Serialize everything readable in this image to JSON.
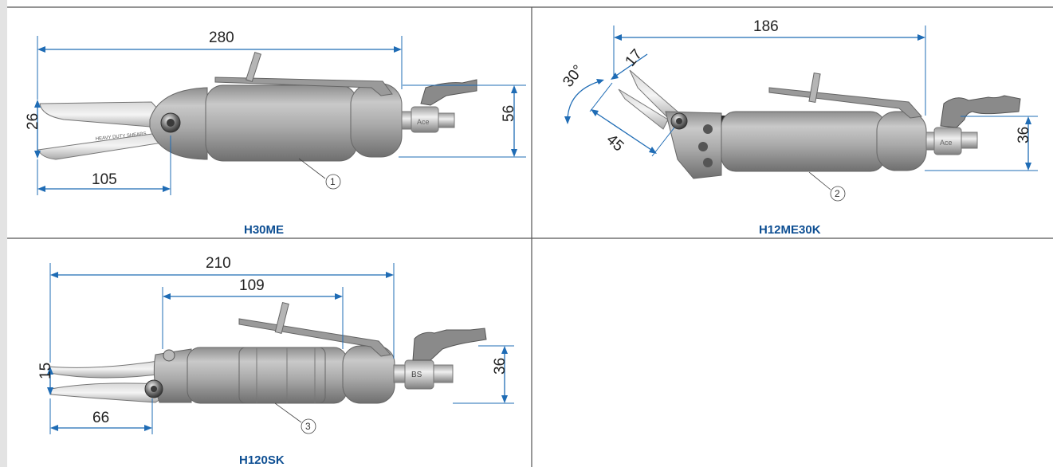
{
  "panels": [
    {
      "caption": "H30ME",
      "ref": "1",
      "dims": {
        "length_total": "280",
        "blade_length": "105",
        "blade_opening": "26",
        "height": "56"
      },
      "blade_text": "HEAVY DUTY SHEARS",
      "valve_text": "Ace"
    },
    {
      "caption": "H12ME30K",
      "ref": "2",
      "dims": {
        "length_total": "186",
        "blade_opening": "17",
        "blade_length": "45",
        "angle": "30°",
        "height": "36"
      },
      "valve_text": "Ace"
    },
    {
      "caption": "H120SK",
      "ref": "3",
      "dims": {
        "length_total": "210",
        "body_length": "109",
        "blade_opening": "15",
        "blade_length": "66",
        "height": "36"
      },
      "valve_text": "BS"
    }
  ],
  "colors": {
    "dimension": "#1f6cb5",
    "caption": "#0e4f93",
    "body": "#a7a7a7",
    "grid": "#555555"
  }
}
